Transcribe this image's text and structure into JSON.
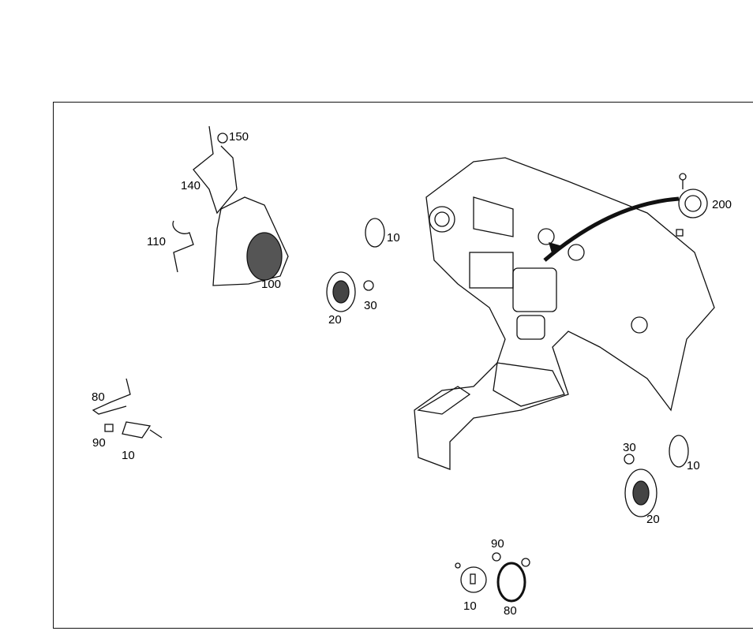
{
  "diagram": {
    "callouts": [
      {
        "id": "c150",
        "text": "150"
      },
      {
        "id": "c140",
        "text": "140"
      },
      {
        "id": "c110",
        "text": "110"
      },
      {
        "id": "c100",
        "text": "100"
      },
      {
        "id": "c10a",
        "text": "10"
      },
      {
        "id": "c20a",
        "text": "20"
      },
      {
        "id": "c30a",
        "text": "30"
      },
      {
        "id": "c200",
        "text": "200"
      },
      {
        "id": "c80a",
        "text": "80"
      },
      {
        "id": "c90a",
        "text": "90"
      },
      {
        "id": "c10b",
        "text": "10"
      },
      {
        "id": "c30b",
        "text": "30"
      },
      {
        "id": "c10c",
        "text": "10"
      },
      {
        "id": "c20b",
        "text": "20"
      },
      {
        "id": "c90b",
        "text": "90"
      },
      {
        "id": "c10d",
        "text": "10"
      },
      {
        "id": "c80b",
        "text": "80"
      }
    ]
  }
}
